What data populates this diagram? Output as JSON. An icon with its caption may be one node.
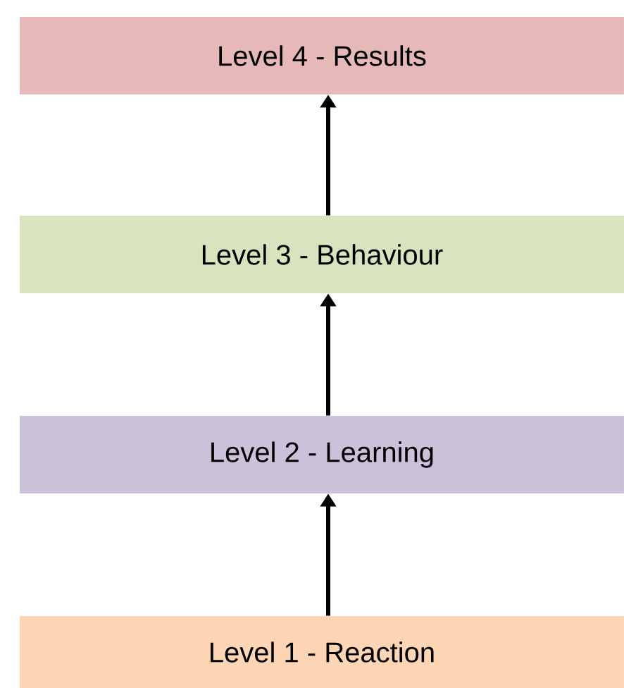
{
  "diagram": {
    "nodes": [
      {
        "text": [
          "Level 4 - Results"
        ]
      },
      {
        "text": [
          "Level 3 - Behaviour"
        ]
      },
      {
        "text": [
          "Level 2 - Learning"
        ]
      },
      {
        "text": [
          "Level 1 - Reaction"
        ]
      }
    ],
    "edges": [
      {
        "from": 3,
        "to": 2,
        "arrow": "to"
      },
      {
        "from": 2,
        "to": 1,
        "arrow": "to"
      },
      {
        "from": 1,
        "to": 0,
        "arrow": "to"
      }
    ]
  }
}
